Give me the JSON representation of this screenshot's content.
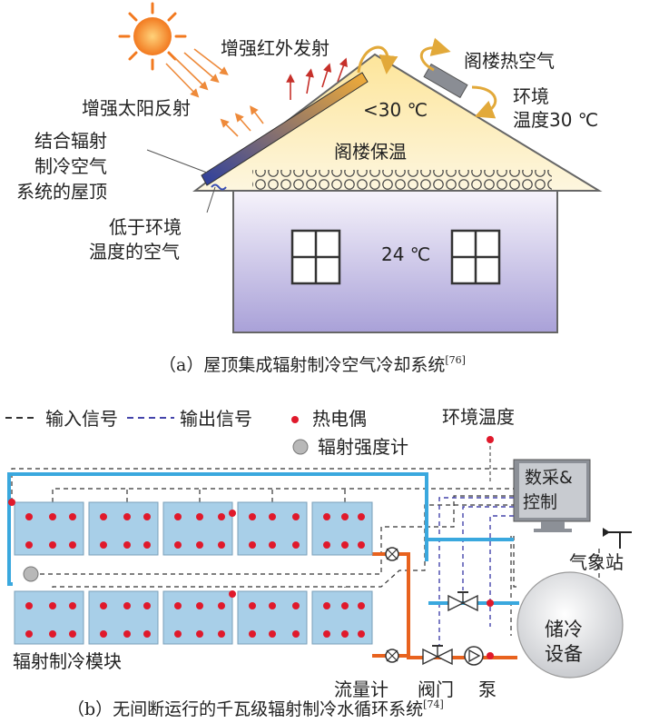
{
  "panel_a": {
    "labels": {
      "infrared": "增强红外发射",
      "attic_air": "阁楼热空气",
      "ambient": "环境",
      "ambient2": "温度30 ℃",
      "solar": "增强太阳反射",
      "attic_temp": "<30 ℃",
      "roof1": "结合辐射",
      "roof2": "制冷空气",
      "roof3": "系统的屋顶",
      "insulation": "阁楼保温",
      "cool1": "低于环境",
      "cool2": "温度的空气",
      "room_temp": "24 ℃"
    },
    "caption": "（a）屋顶集成辐射制冷空气冷却系统",
    "caption_ref": "[76]"
  },
  "panel_b": {
    "legend": {
      "input": "输入信号",
      "output": "输出信号",
      "thermocouple": "热电偶",
      "pyranometer": "辐射强度计"
    },
    "labels": {
      "ambient": "环境温度",
      "daq1": "数采&",
      "daq2": "控制",
      "weather": "气象站",
      "storage1": "储冷",
      "storage2": "设备",
      "module": "辐射制冷模块",
      "flowmeter": "流量计",
      "valve": "阀门",
      "pump": "泵"
    },
    "caption": "（b）无间断运行的千瓦级辐射制冷水循环系统",
    "caption_ref": "[74]"
  },
  "colors": {
    "water_cold": "#3aa8de",
    "water_warm": "#e8621e",
    "thermocouple": "#e0192b",
    "output_signal": "#4444aa"
  }
}
